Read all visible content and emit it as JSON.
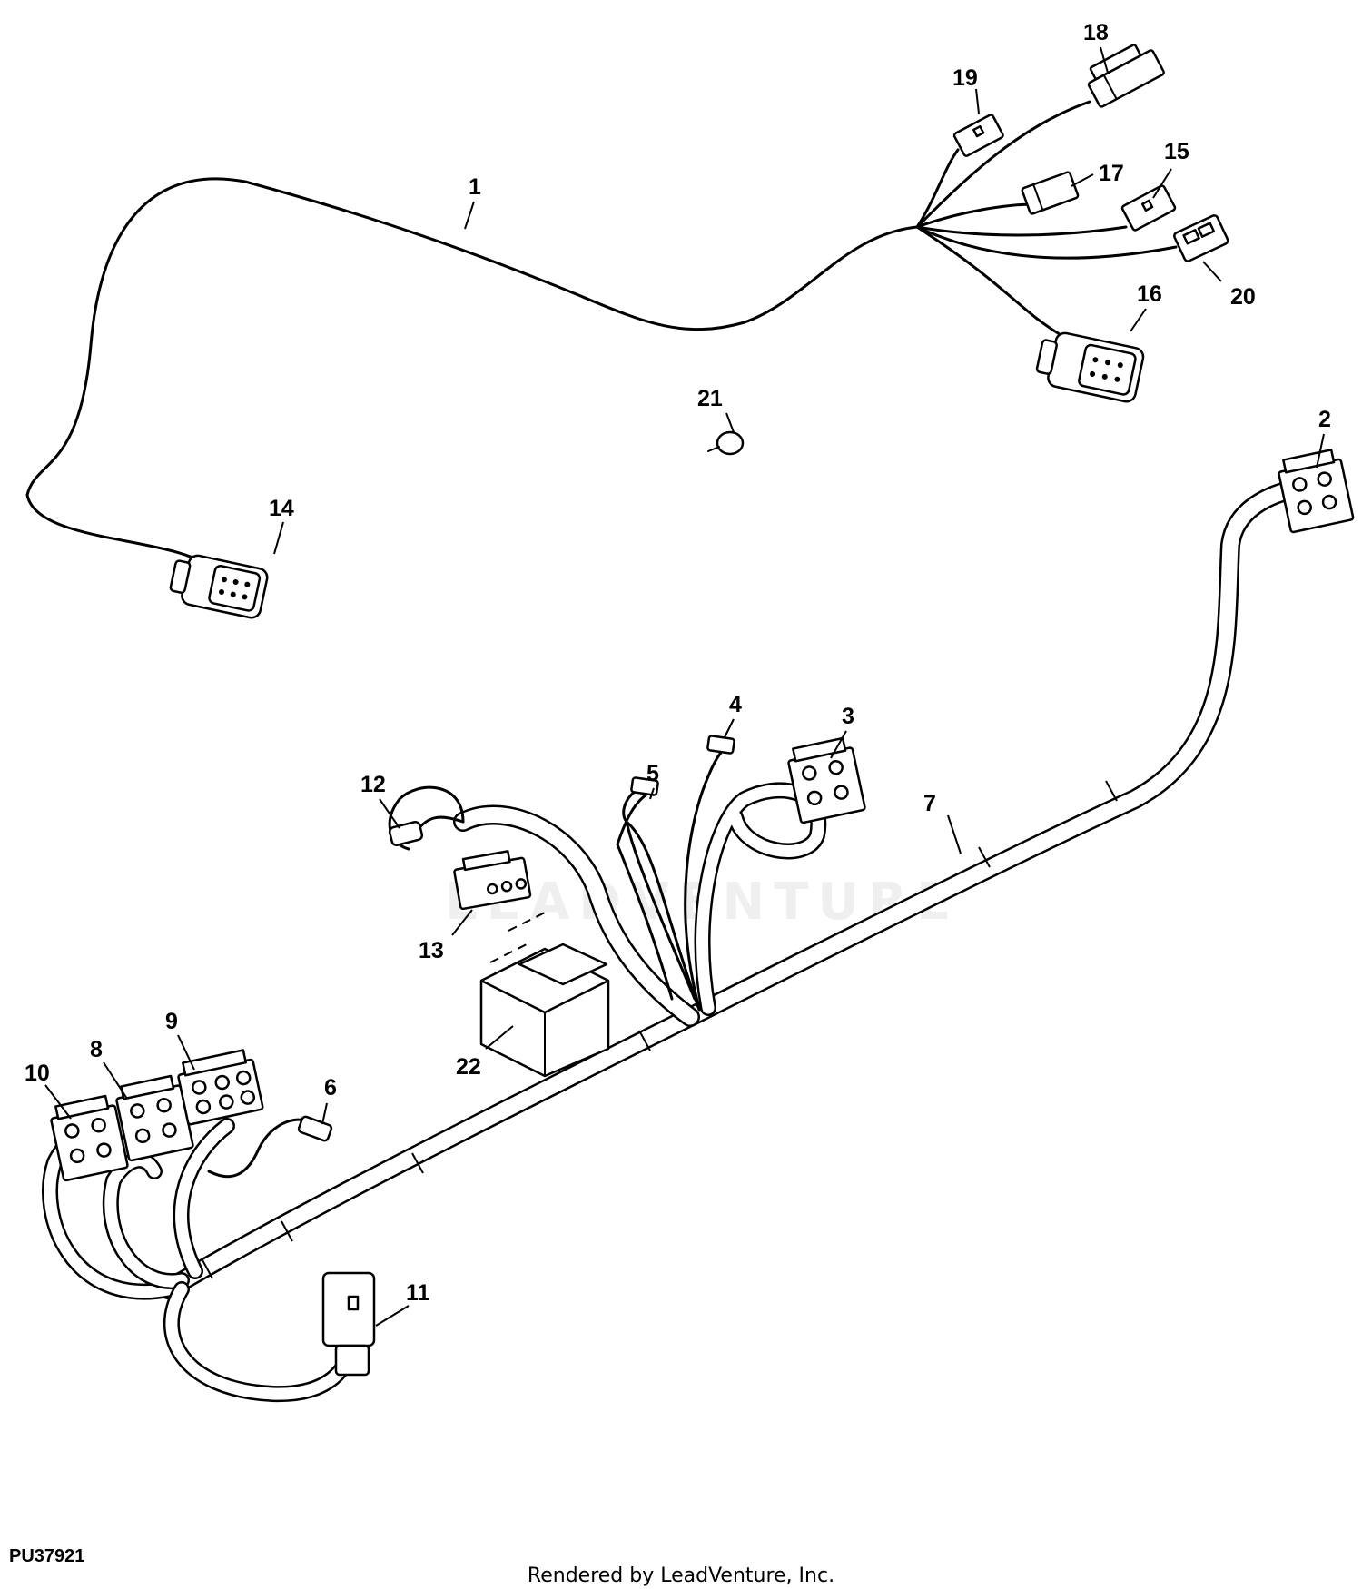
{
  "figure_code": "PU37921",
  "footer_text": "Rendered by LeadVenture, Inc.",
  "watermark_text": "LEADVENTURE",
  "callouts": [
    {
      "id": "1",
      "label": "1"
    },
    {
      "id": "2",
      "label": "2"
    },
    {
      "id": "3",
      "label": "3"
    },
    {
      "id": "4",
      "label": "4"
    },
    {
      "id": "5",
      "label": "5"
    },
    {
      "id": "6",
      "label": "6"
    },
    {
      "id": "7",
      "label": "7"
    },
    {
      "id": "8",
      "label": "8"
    },
    {
      "id": "9",
      "label": "9"
    },
    {
      "id": "10",
      "label": "10"
    },
    {
      "id": "11",
      "label": "11"
    },
    {
      "id": "12",
      "label": "12"
    },
    {
      "id": "13",
      "label": "13"
    },
    {
      "id": "14",
      "label": "14"
    },
    {
      "id": "15",
      "label": "15"
    },
    {
      "id": "16",
      "label": "16"
    },
    {
      "id": "17",
      "label": "17"
    },
    {
      "id": "18",
      "label": "18"
    },
    {
      "id": "19",
      "label": "19"
    },
    {
      "id": "20",
      "label": "20"
    },
    {
      "id": "21",
      "label": "21"
    },
    {
      "id": "22",
      "label": "22"
    }
  ]
}
